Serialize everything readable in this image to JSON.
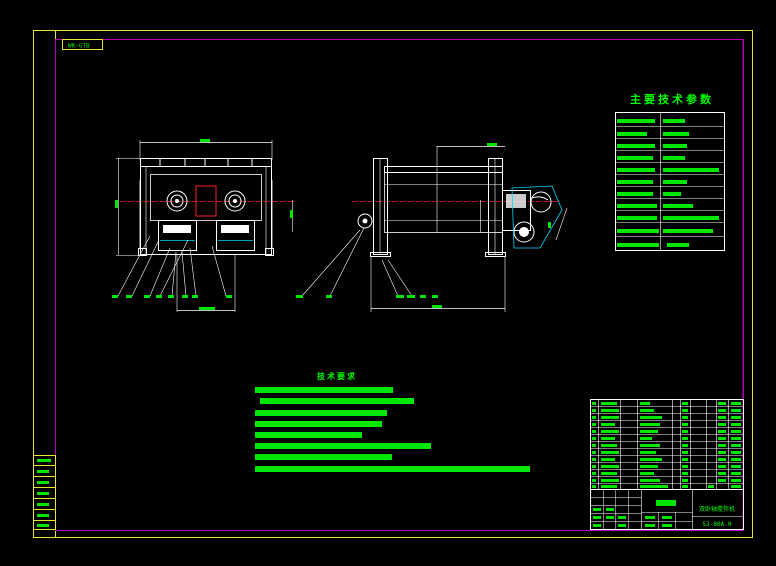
{
  "drawing": {
    "stamp_code": "WK-GTB",
    "params_title": "主要技术参数",
    "notes_title": "技术要求",
    "block_name": "双卧轴搅拌机",
    "block_code": "SJ-80A.0",
    "colors": {
      "background": "#000000",
      "frame": "#e6e62e",
      "border": "#b400b4",
      "line": "#ffffff",
      "green": "#00e600",
      "red": "#ff2020",
      "cyan": "#00d8ff",
      "title_green": "#00ff00"
    }
  }
}
